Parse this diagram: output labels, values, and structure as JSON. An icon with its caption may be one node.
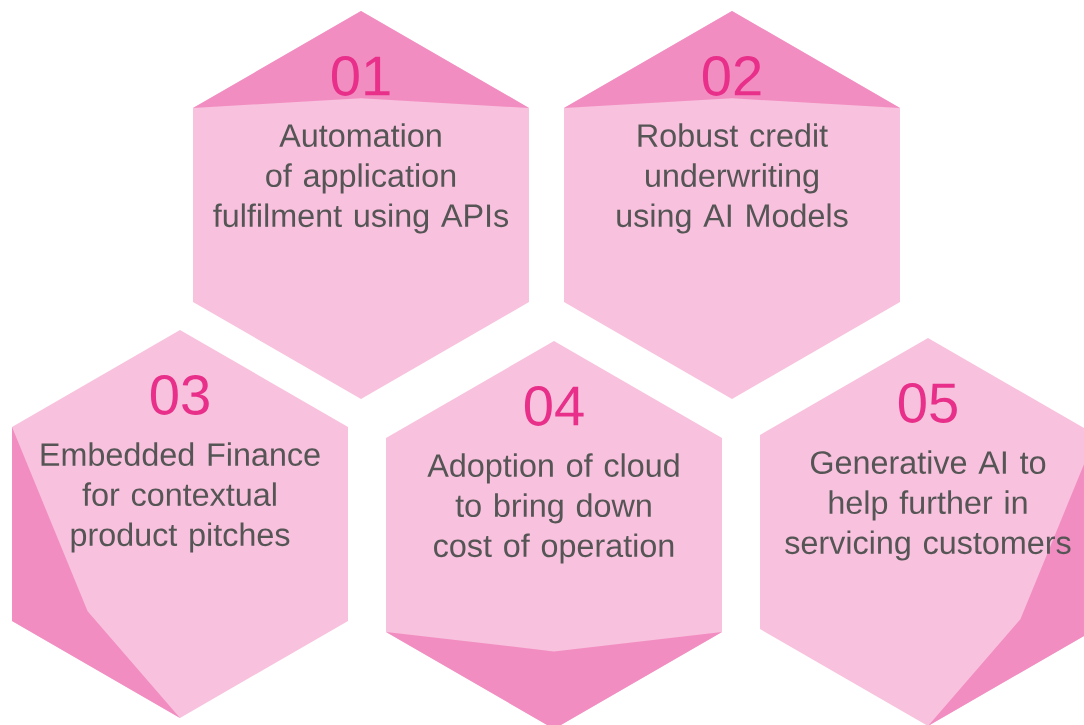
{
  "diagram": {
    "nodes": [
      {
        "text": [
          "01",
          "Automation of application fulfilment using APIs"
        ]
      },
      {
        "text": [
          "02",
          "Robust credit underwriting using AI Models"
        ]
      },
      {
        "text": [
          "03",
          "Embedded Finance for contextual product pitches"
        ]
      },
      {
        "text": [
          "04",
          "Adoption of cloud to bring down cost of operation"
        ]
      },
      {
        "text": [
          "05",
          "Generative AI to help further in servicing customers"
        ]
      }
    ]
  }
}
